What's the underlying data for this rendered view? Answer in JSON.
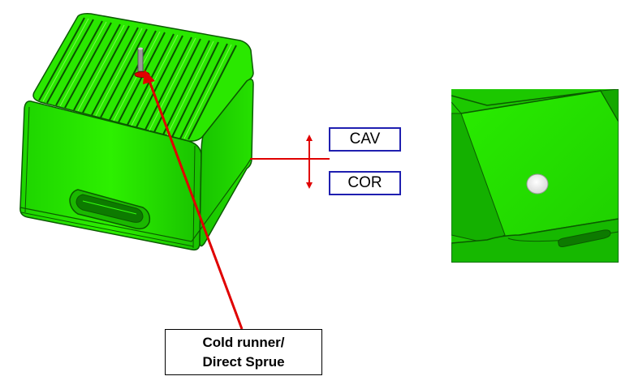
{
  "labels": {
    "cavity": "CAV",
    "core": "COR"
  },
  "callout": {
    "line1": "Cold runner/",
    "line2": "Direct Sprue"
  },
  "colors": {
    "part_green": "#22e600",
    "part_dark": "#0b6400",
    "arrow_red": "#e00000",
    "box_border": "#1f1fb0"
  }
}
